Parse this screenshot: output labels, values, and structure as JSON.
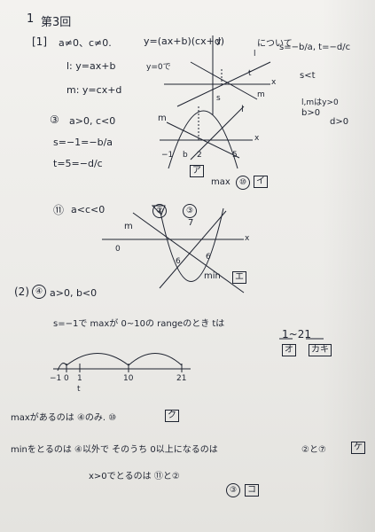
{
  "heading": {
    "number": "1",
    "title": "第3回"
  },
  "part1": {
    "label": "[1]",
    "condition": "a≠0、c≠0.",
    "equation": "y=(ax+b)(cx+d)",
    "note": "について",
    "line_l": "l: y=ax+b",
    "y0_note": "y=0で",
    "line_m": "m: y=cx+d",
    "s_def": "s=−b/a, t=−d/c",
    "s_lt_t": "s<t",
    "l_m_note": "l,mはy>0",
    "b_gt_0": "b>0",
    "d_gt_0": "d>0"
  },
  "graph1": {
    "axis_x": "x",
    "axis_y": "y",
    "label_l": "l",
    "label_m": "m",
    "label_t": "t",
    "label_s": "s",
    "mark_S": "S",
    "mark_t": "t"
  },
  "part3": {
    "label": "③",
    "condition": "a>0, c<0",
    "line1": "s=−1=−b/a",
    "line2": "t=5=−d/c",
    "tick_neg1": "−1",
    "tick_b": "b",
    "tick_2": "2",
    "tick_5": "5",
    "label_m": "m",
    "label_l": "l",
    "axis_x": "x",
    "answer_box": "ア",
    "max_text": "max",
    "circled": "⑩",
    "answer_box2": "イ"
  },
  "part11": {
    "label": "⑪",
    "condition": "a<c<0",
    "tick_0": "0",
    "tick_6a": "6",
    "tick_6b": "6",
    "label_m": "m",
    "label_7": "7",
    "circled_a": "②",
    "circled_b": "③",
    "axis_x": "x",
    "min_text": "min",
    "answer_box": "エ"
  },
  "part2": {
    "label": "(2)",
    "circled": "④",
    "condition": "a>0, b<0",
    "statement": "s=−1で maxが 0~10の rangeのとき tは",
    "frac": "1~21",
    "box_a": "オ",
    "box_b": "カキ",
    "numline_neg1": "−1",
    "numline_0": "0",
    "numline_1": "1",
    "numline_10": "10",
    "numline_21": "21",
    "numline_t": "t"
  },
  "conclusions": {
    "line1": "maxがあるのは ④のみ. ⑩",
    "line1_box": "ク",
    "line2": "minをとるのは ④以外で そのうち 0以上になるのは",
    "line2_answer": "②と⑦",
    "line2_box": "ケ",
    "line3": "x>0でとるのは ⑪と②",
    "line3_c": "③",
    "line3_box": "コ"
  }
}
